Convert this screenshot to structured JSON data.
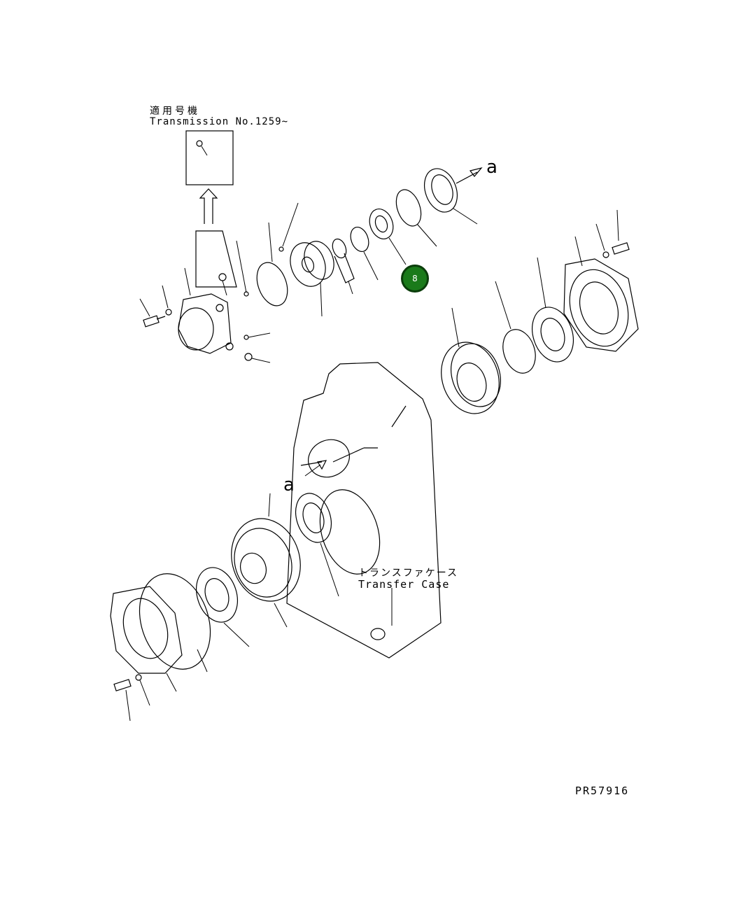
{
  "applicability": {
    "label_jp": "適用号機",
    "label_en": "Transmission No.1259~"
  },
  "case_label": {
    "jp": "トランスファケース",
    "en": "Transfer Case"
  },
  "reference_marks": [
    "a",
    "a"
  ],
  "callout": {
    "number": "8",
    "color": "#1a7a1a"
  },
  "drawing_number": "PR57916"
}
